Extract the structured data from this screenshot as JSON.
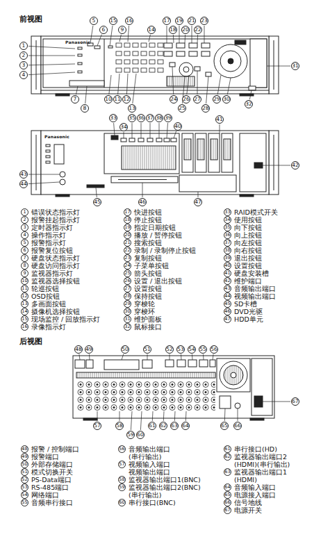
{
  "diagram": {
    "title": "前视图",
    "labels": [
      "后视图",
      "Panasonic",
      "Panasonic",
      "1",
      "2",
      "3",
      "4",
      "5",
      "6",
      "7",
      "8",
      "9",
      "10",
      "11",
      "12",
      "13",
      "14",
      "15",
      "16",
      "17",
      "18",
      "19",
      "20",
      "21",
      "22",
      "23",
      "24",
      "25",
      "26",
      "27",
      "28",
      "29",
      "30",
      "31",
      "32",
      "33",
      "34",
      "35",
      "36",
      "37",
      "38",
      "39",
      "40",
      "41",
      "42",
      "43",
      "44",
      "45",
      "46",
      "47",
      "1",
      "错误状态指示灯",
      "2",
      "报警挂起指示灯",
      "3",
      "定时器指示灯",
      "4",
      "操作指示灯",
      "5",
      "报警指示灯",
      "6",
      "报警复位按钮",
      "7",
      "硬盘状态指示灯",
      "8",
      "硬盘访问指示灯",
      "9",
      "监视器指示灯",
      "10",
      "监视器选择按钮",
      "11",
      "轮巡按钮",
      "12",
      "OSD按钮",
      "13",
      "多画面按钮",
      "14",
      "摄像机选择按钮",
      "15",
      "现场监控 / 回放指示灯",
      "16",
      "录像指示灯",
      "17",
      "快进按钮",
      "18",
      "停止按钮",
      "19",
      "指定日期按钮",
      "20",
      "播放 / 暂停按钮",
      "21",
      "搜索按钮",
      "22",
      "录制 / 录制停止按钮",
      "23",
      "复制按钮",
      "24",
      "子菜单按钮",
      "25",
      "箭头按钮",
      "26",
      "设置 / 退出按钮",
      "27",
      "设置按钮",
      "28",
      "保持按钮",
      "29",
      "穿梭轮",
      "30",
      "穿梭环",
      "31",
      "维护面板",
      "32",
      "鼠标接口",
      "33",
      "RAID模式开关",
      "34",
      "使用按钮",
      "35",
      "向下按钮",
      "36",
      "向上按钮",
      "37",
      "向左按钮",
      "38",
      "向右按钮",
      "39",
      "退出按钮",
      "40",
      "设置按钮",
      "41",
      "硬盘安装槽",
      "42",
      "维护端口",
      "43",
      "音频输出端口",
      "44",
      "视频输出端口",
      "45",
      "SD卡槽",
      "46",
      "DVD光驱",
      "47",
      "HDD单元",
      "48",
      "49",
      "50",
      "51",
      "52",
      "53",
      "54",
      "55",
      "56",
      "57",
      "58",
      "59",
      "60",
      "61",
      "62",
      "63",
      "64",
      "65",
      "66",
      "67",
      "48",
      "报警 / 控制端口",
      "49",
      "报警端口",
      "50",
      "外部存储端口",
      "51",
      "模式切换开关",
      "52",
      "PS-Data端口",
      "53",
      "RS-485端口",
      "54",
      "网络端口",
      "55",
      "音频串行接口",
      "56",
      "音频输出端口 (串行输出)",
      "57",
      "视频输入端口 视频输出端口",
      "58",
      "监视器输出端口1(BNC)",
      "59",
      "监视器输出端口2(BNC) (串行输出)",
      "60",
      "串行接口(BNC)",
      "61",
      "串行接口(HD)",
      "62",
      "监视器输出端口2 (HDMI)(串行输出)",
      "63",
      "监视器输出端口1 (HDMI)",
      "64",
      "音频输入端口",
      "65",
      "电源接入端口",
      "66",
      "信号地线",
      "67",
      "电源开关"
    ]
  }
}
